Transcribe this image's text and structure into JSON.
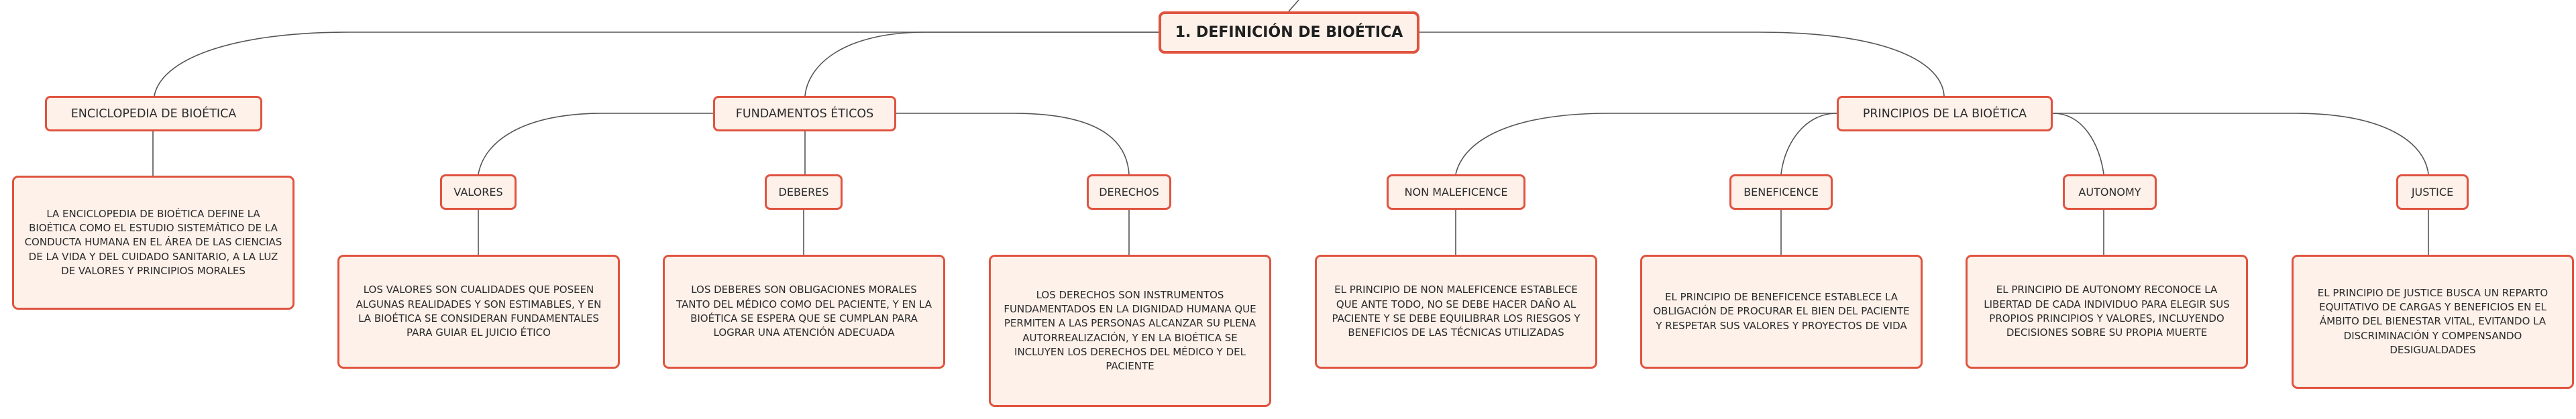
{
  "root": {
    "label": "1. DEFINICIÓN DE BIOÉTICA"
  },
  "branches": {
    "enciclopedia": {
      "label": "ENCICLOPEDIA DE BIOÉTICA",
      "desc": "LA ENCICLOPEDIA DE BIOÉTICA DEFINE LA BIOÉTICA COMO EL ESTUDIO SISTEMÁTICO DE LA CONDUCTA HUMANA EN EL ÁREA DE LAS CIENCIAS DE LA VIDA Y DEL CUIDADO SANITARIO, A LA LUZ DE VALORES Y PRINCIPIOS MORALES"
    },
    "fundamentos": {
      "label": "FUNDAMENTOS ÉTICOS",
      "children": {
        "valores": {
          "label": "VALORES",
          "desc": "LOS VALORES SON CUALIDADES QUE POSEEN ALGUNAS REALIDADES Y SON ESTIMABLES, Y EN LA BIOÉTICA SE CONSIDERAN FUNDAMENTALES PARA GUIAR EL JUICIO ÉTICO"
        },
        "deberes": {
          "label": "DEBERES",
          "desc": "LOS DEBERES SON OBLIGACIONES MORALES TANTO DEL MÉDICO COMO DEL PACIENTE, Y EN LA BIOÉTICA SE ESPERA QUE SE CUMPLAN PARA LOGRAR UNA ATENCIÓN ADECUADA"
        },
        "derechos": {
          "label": "DERECHOS",
          "desc": "LOS DERECHOS SON INSTRUMENTOS FUNDAMENTADOS EN LA DIGNIDAD HUMANA QUE PERMITEN A LAS PERSONAS ALCANZAR SU PLENA AUTORREALIZACIÓN, Y EN LA BIOÉTICA SE INCLUYEN LOS DERECHOS DEL MÉDICO Y DEL PACIENTE"
        }
      }
    },
    "principios": {
      "label": "PRINCIPIOS DE LA BIOÉTICA",
      "children": {
        "nonmal": {
          "label": "NON MALEFICENCE",
          "desc": "EL PRINCIPIO DE NON MALEFICENCE ESTABLECE QUE ANTE TODO, NO SE DEBE HACER DAÑO AL PACIENTE Y SE DEBE EQUILIBRAR LOS RIESGOS Y BENEFICIOS DE LAS TÉCNICAS UTILIZADAS"
        },
        "benef": {
          "label": "BENEFICENCE",
          "desc": "EL PRINCIPIO DE BENEFICENCE ESTABLECE LA OBLIGACIÓN DE PROCURAR EL BIEN DEL PACIENTE Y RESPETAR SUS VALORES Y PROYECTOS DE VIDA"
        },
        "auton": {
          "label": "AUTONOMY",
          "desc": "EL PRINCIPIO DE AUTONOMY RECONOCE LA LIBERTAD DE CADA INDIVIDUO PARA ELEGIR SUS PROPIOS PRINCIPIOS Y VALORES, INCLUYENDO DECISIONES SOBRE SU PROPIA MUERTE"
        },
        "justice": {
          "label": "JUSTICE",
          "desc": "EL PRINCIPIO DE JUSTICE BUSCA UN REPARTO EQUITATIVO DE CARGAS Y BENEFICIOS EN EL ÁMBITO DEL BIENESTAR VITAL, EVITANDO LA DISCRIMINACIÓN Y COMPENSANDO DESIGUALDADES"
        }
      }
    }
  }
}
